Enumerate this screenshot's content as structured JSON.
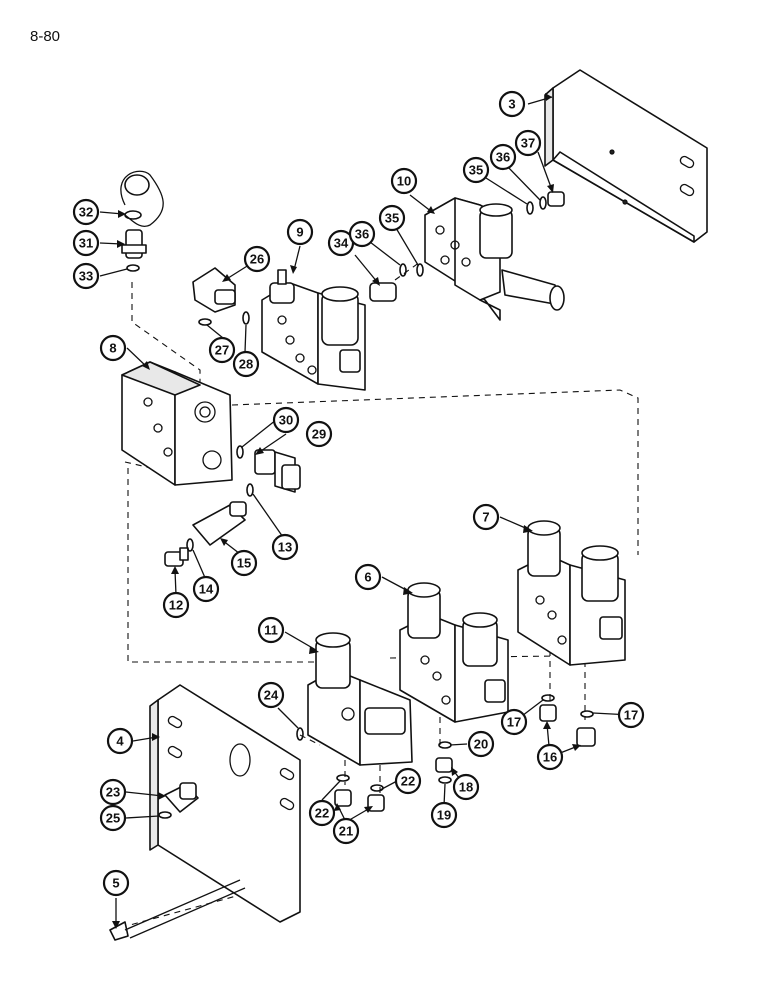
{
  "page_number": "8-80",
  "callouts": [
    "3",
    "4",
    "5",
    "6",
    "7",
    "8",
    "9",
    "10",
    "11",
    "12",
    "13",
    "14",
    "15",
    "16",
    "17",
    "17",
    "18",
    "19",
    "20",
    "21",
    "22",
    "22",
    "23",
    "24",
    "25",
    "26",
    "27",
    "28",
    "29",
    "30",
    "31",
    "32",
    "33",
    "34",
    "35",
    "35",
    "36",
    "36",
    "37"
  ]
}
